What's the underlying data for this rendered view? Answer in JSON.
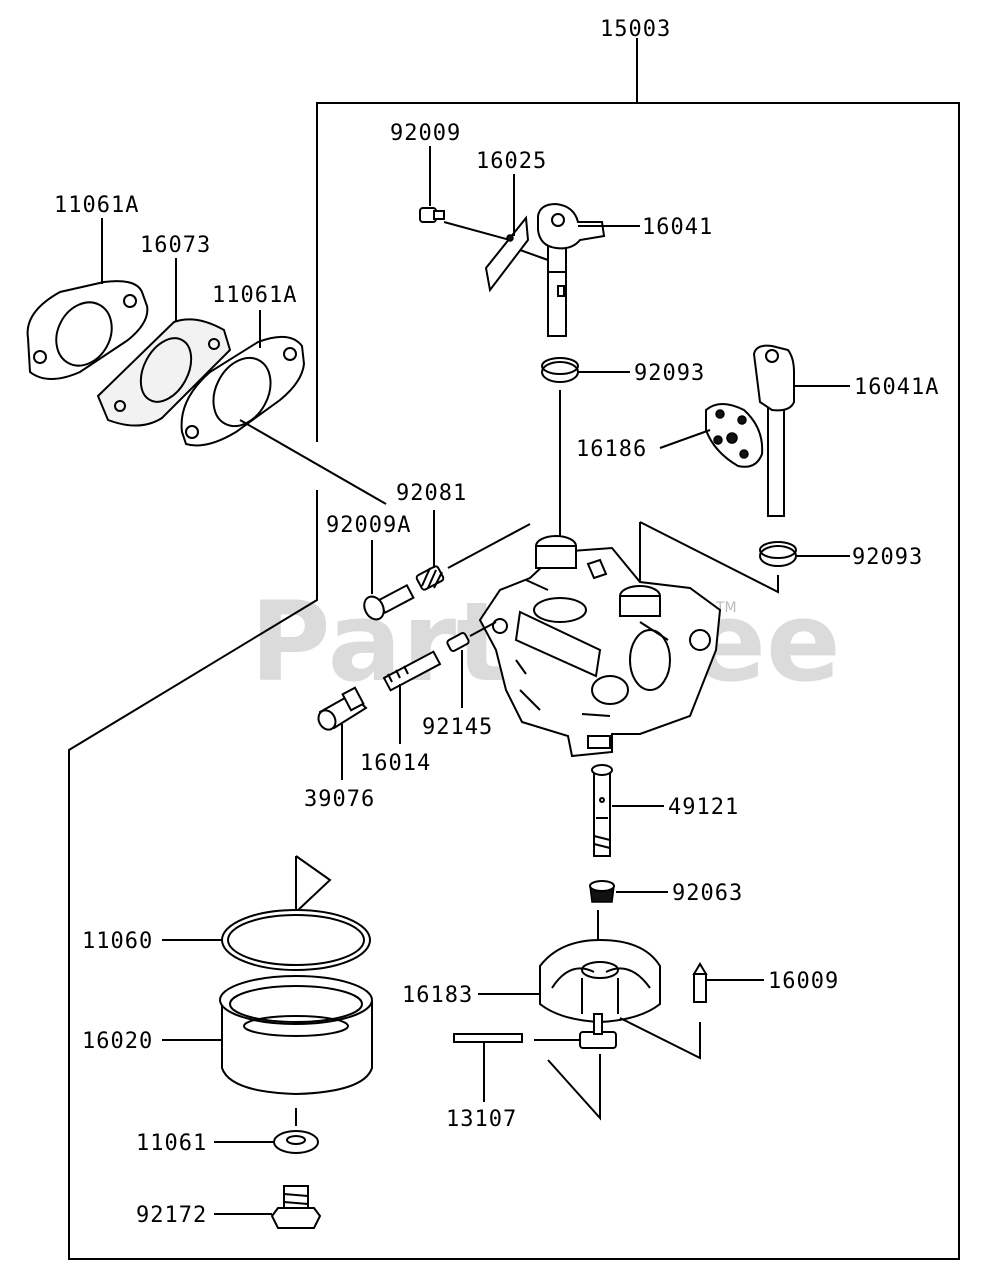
{
  "labels": {
    "assembly": "15003",
    "gasket_left": "11061A",
    "insulator": "16073",
    "gasket_right": "11061A",
    "screw_top": "92009",
    "throttle_plate": "16025",
    "throttle_shaft": "16041",
    "seal_upper": "92093",
    "choke_shaft": "16041A",
    "choke_plate": "16186",
    "seal_lower": "92093",
    "spring": "92081",
    "screw_a": "92009A",
    "pilot_jet": "92145",
    "jet_holder": "16014",
    "cap": "39076",
    "main_nozzle": "49121",
    "main_jet": "92063",
    "o_ring": "11060",
    "float_needle": "16009",
    "float": "16183",
    "float_chamber": "16020",
    "pin": "13107",
    "washer": "11061",
    "bolt": "92172"
  },
  "watermark": "PartsTree",
  "trademark": "TM"
}
